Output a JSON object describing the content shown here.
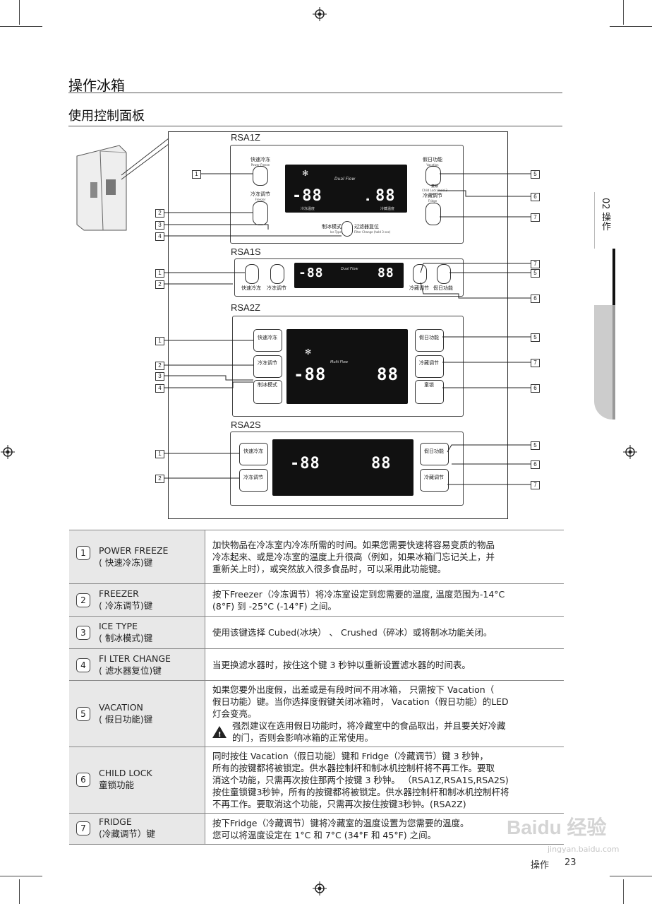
{
  "page": {
    "section_title": "操作冰箱",
    "subsection_title": "使用控制面板",
    "side_tab": "02 操作",
    "footer_label": "操作",
    "page_number": "23",
    "watermark": "Baidu 经验",
    "watermark_url": "jingyan.baidu.com"
  },
  "diagram": {
    "models": [
      "RSA1Z",
      "RSA1S",
      "RSA2Z",
      "RSA2S"
    ],
    "rsa1z": {
      "power_freeze": "快速冷冻",
      "power_freeze_en": "Power Freeze",
      "freezer": "冷冻调节",
      "freezer_en": "Freezer",
      "vacation": "假日功能",
      "vacation_en": "Vacation",
      "child_lock": "童锁",
      "child_lock_en": "Child Lock (hold 3 sec)",
      "fridge": "冷藏调节",
      "fridge_en": "Fridge",
      "ice_type": "制冰模式",
      "ice_type_en": "Ice Type",
      "filter": "过滤器复位",
      "filter_en": "Filter Change (hold 3 sec)",
      "lcd_left": "-88",
      "lcd_right": "88",
      "dual_flow": "Dual Flow",
      "lcd_freezer_temp": "冷冻温度",
      "lcd_fridge_temp": "冷藏温度"
    },
    "rsa1s": {
      "power_freeze": "快速冷冻",
      "freezer": "冷冻调节",
      "fridge": "冷藏调节",
      "vacation": "假日功能",
      "lcd_left": "-88",
      "lcd_right": "88",
      "dual_flow": "Dual Flow"
    },
    "rsa2z": {
      "power_freeze": "快速冷冻",
      "freezer": "冷冻调节",
      "ice_type": "制冰模式",
      "vacation": "假日功能",
      "fridge": "冷藏调节",
      "child_lock": "童锁",
      "lcd_left": "-88",
      "lcd_right": "88",
      "multi_flow": "Multi Flow"
    },
    "rsa2s": {
      "power_freeze": "快速冷冻",
      "freezer": "冷冻调节",
      "vacation": "假日功能",
      "fridge": "冷藏调节",
      "lcd_left": "-88",
      "lcd_right": "88"
    }
  },
  "rows": [
    {
      "num": "1",
      "key_en": "POWER FREEZE",
      "key_cn": "( 快速冷冻)键",
      "lines": [
        "加快物品在冷冻室内冷冻所需的时间。如果您需要快速将容易变质的物品",
        "冷冻起来、或是冷冻室的温度上升很高（例如，如果冰箱门忘记关上，并",
        "重新关上时），或突然放入很多食品时，可以采用此功能键。"
      ]
    },
    {
      "num": "2",
      "key_en": "FREEZER",
      "key_cn": "( 冷冻调节)键",
      "lines": [
        "按下Freezer（冷冻调节）将冷冻室设定到您需要的温度, 温度范围为-14°C",
        "(8°F)  到 -25°C  (-14°F)    之间。"
      ]
    },
    {
      "num": "3",
      "key_en": "ICE TYPE",
      "key_cn": "( 制冰模式)键",
      "lines": [
        "使用该键选择  Cubed(冰块） 、 Crushed（碎冰）或将制冰功能关闭。"
      ]
    },
    {
      "num": "4",
      "key_en": "FI LTER CHANGE",
      "key_cn": "( 滤水器复位)键",
      "lines": [
        "当更换滤水器时，按住这个键  3  秒钟以重新设置滤水器的时间表。"
      ]
    },
    {
      "num": "5",
      "key_en": "VACATION",
      "key_cn": "( 假日功能)键",
      "lines": [
        "如果您要外出度假，出差或是有段时间不用冰箱， 只需按下  Vacation（",
        "假日功能）键。当你选择度假键关闭冰箱时，   Vacation（假日功能）的LED",
        "灯会变亮。"
      ],
      "warning": [
        "强烈建议在选用假日功能时，将冷藏室中的食品取出，并且要关好冷藏",
        "的门，否则会影响冰箱的正常使用。"
      ]
    },
    {
      "num": "6",
      "key_en": "CHILD LOCK",
      "key_cn": "童锁功能",
      "lines": [
        "同时按住  Vacation（假日功能）键和  Fridge（冷藏调节）键  3  秒钟，",
        "所有的按键都将被锁定。供水器控制杆和制冰机控制杆将不再工作。要取",
        "消这个功能，只需再次按住那两个按键 3 秒钟。  （RSA1Z,RSA1S,RSA2S)",
        "按住童锁键3秒钟，所有的按键都将被锁定。供水器控制杆和制冰机控制杆将",
        "不再工作。要取消这个功能，只需再次按住按键3秒钟。(RSA2Z)"
      ]
    },
    {
      "num": "7",
      "key_en": "FRIDGE",
      "key_cn": "(冷藏调节）键",
      "lines": [
        "按下Fridge（冷藏调节）键将冷藏室的温度设置为您需要的温度。",
        "您可以将温度设定在  1°C  和  7°C (34°F     和  45°F)  之间。"
      ]
    }
  ]
}
